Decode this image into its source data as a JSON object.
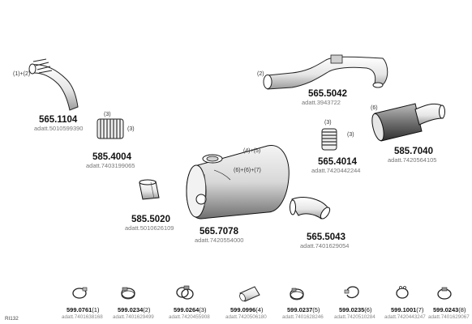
{
  "ref": "RI132",
  "parts": [
    {
      "code": "565.1104",
      "sub": "adatt.5010599390",
      "note": "(1)+(2)"
    },
    {
      "code": "565.5042",
      "sub": "adatt.3943722",
      "note": "(2)"
    },
    {
      "code": "585.4004",
      "sub": "adatt.7403199065",
      "note_a": "(3)",
      "note_b": "(3)"
    },
    {
      "code": "565.4014",
      "sub": "adatt.7420442244",
      "note_a": "(3)",
      "note_b": "(3)"
    },
    {
      "code": "585.7040",
      "sub": "adatt.7420564105",
      "note": "(6)"
    },
    {
      "code": "565.7078",
      "sub": "adatt.7420554000",
      "note_a": "(4)+(5)",
      "note_b": "(6)+(6)+(7)"
    },
    {
      "code": "585.5020",
      "sub": "adatt.5010626109"
    },
    {
      "code": "565.5043",
      "sub": "adatt.7401629054"
    }
  ],
  "fittings": [
    {
      "code": "599.0761",
      "qty": "(1)",
      "sub": "adatt.7401638168",
      "icon": "clamp-ring-icon"
    },
    {
      "code": "599.0234",
      "qty": "(2)",
      "sub": "adatt.7401629499",
      "icon": "band-clamp-icon"
    },
    {
      "code": "599.0264",
      "qty": "(3)",
      "sub": "adatt.7420455908",
      "icon": "double-clamp-icon"
    },
    {
      "code": "599.0996",
      "qty": "(4)",
      "sub": "adatt.7420506180",
      "icon": "pipe-sleeve-icon"
    },
    {
      "code": "599.0237",
      "qty": "(5)",
      "sub": "adatt.7401628246",
      "icon": "clamp-ring-icon"
    },
    {
      "code": "599.0235",
      "qty": "(6)",
      "sub": "adatt.7420510284",
      "icon": "open-clamp-icon"
    },
    {
      "code": "599.1001",
      "qty": "(7)",
      "sub": "adatt.7420443247",
      "icon": "spring-clamp-icon"
    },
    {
      "code": "599.0243",
      "qty": "(8)",
      "sub": "adatt.7401629067",
      "icon": "clamp-ring-icon"
    }
  ]
}
